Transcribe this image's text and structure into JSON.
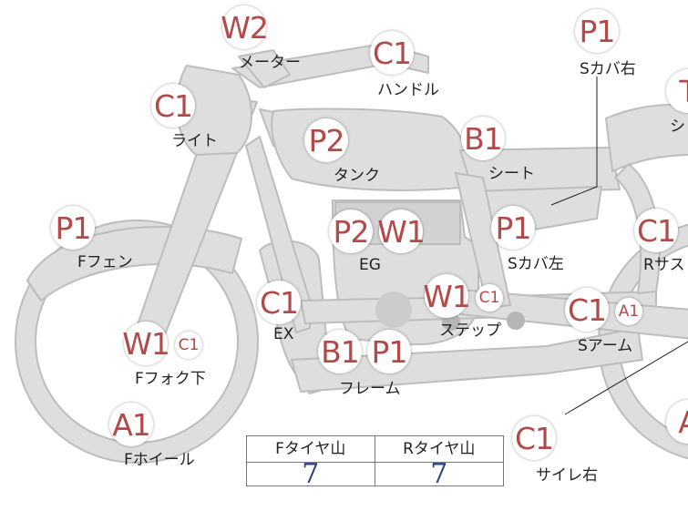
{
  "parts": [
    {
      "name": "meter",
      "code": "W2",
      "label": "メーター"
    },
    {
      "name": "handle",
      "code": "C1",
      "label": "ハンドル"
    },
    {
      "name": "light",
      "code": "C1",
      "label": "ライト"
    },
    {
      "name": "tank",
      "code": "P2",
      "label": "タンク"
    },
    {
      "name": "seat",
      "code": "B1",
      "label": "シート"
    },
    {
      "name": "side-cover-right",
      "code": "P1",
      "label": "Sカバ右"
    },
    {
      "name": "tail",
      "code": "T",
      "label": "シ"
    },
    {
      "name": "front-fender",
      "code": "P1",
      "label": "Fフェン"
    },
    {
      "name": "engine",
      "code": "P2",
      "code2": "W1",
      "label": "EG"
    },
    {
      "name": "side-cover-left",
      "code": "P1",
      "label": "Sカバ左"
    },
    {
      "name": "rear-suspension",
      "code": "C1",
      "label": "Rサス"
    },
    {
      "name": "exhaust",
      "code": "C1",
      "label": "EX"
    },
    {
      "name": "step",
      "code": "W1",
      "code_small": "C1",
      "label": "ステップ"
    },
    {
      "name": "swing-arm",
      "code": "C1",
      "code_small": "A1",
      "label": "Sアーム"
    },
    {
      "name": "front-fork",
      "code": "W1",
      "code_small": "C1",
      "label": "Fフォク下"
    },
    {
      "name": "frame",
      "code": "B1",
      "code2": "P1",
      "label": "フレーム"
    },
    {
      "name": "front-wheel",
      "code": "A1",
      "label": "Fホイール"
    },
    {
      "name": "silencer-right",
      "code": "C1",
      "label": "サイレ右"
    },
    {
      "name": "rear-wheel",
      "code": "A",
      "label": ""
    }
  ],
  "tire_table": {
    "front_header": "Fタイヤ山",
    "rear_header": "Rタイヤ山",
    "front_value": "7",
    "rear_value": "7"
  },
  "colors": {
    "body_fill": "#dedede",
    "body_stroke": "#bdbdbd",
    "code_text": "#b24a4a",
    "tire_value": "#2c3f8a"
  }
}
